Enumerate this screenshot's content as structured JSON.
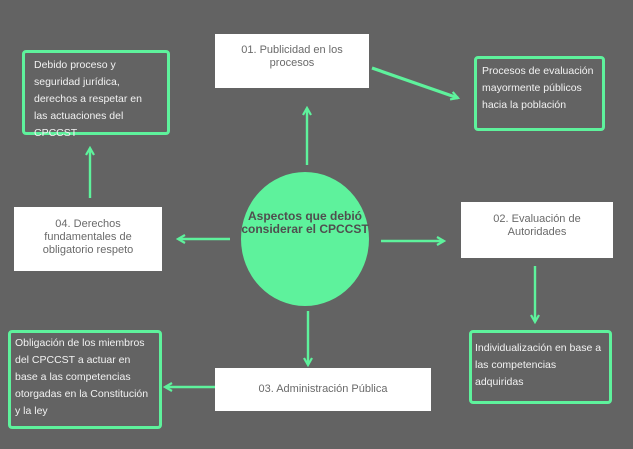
{
  "center": {
    "title": "Aspectos que debió considerar el CPCCST"
  },
  "aspects": [
    {
      "label": "01. Publicidad en los procesos",
      "outcome": "Procesos de evaluación mayormente públicos hacia la población"
    },
    {
      "label": "02. Evaluación de Autoridades",
      "outcome": "Individualización en base a las competencias adquiridas"
    },
    {
      "label": "03. Administración Pública",
      "outcome": "Obligación de los miembros del CPCCST a actuar en base a las competencias otorgadas en la Constitución y la ley"
    },
    {
      "label": "04. Derechos fundamentales de obligatorio respeto",
      "outcome": "Debido proceso y seguridad jurídica, derechos a respetar en las actuaciones del CPCCST"
    }
  ],
  "colors": {
    "background": "#636363",
    "accent": "#5ef29c"
  }
}
